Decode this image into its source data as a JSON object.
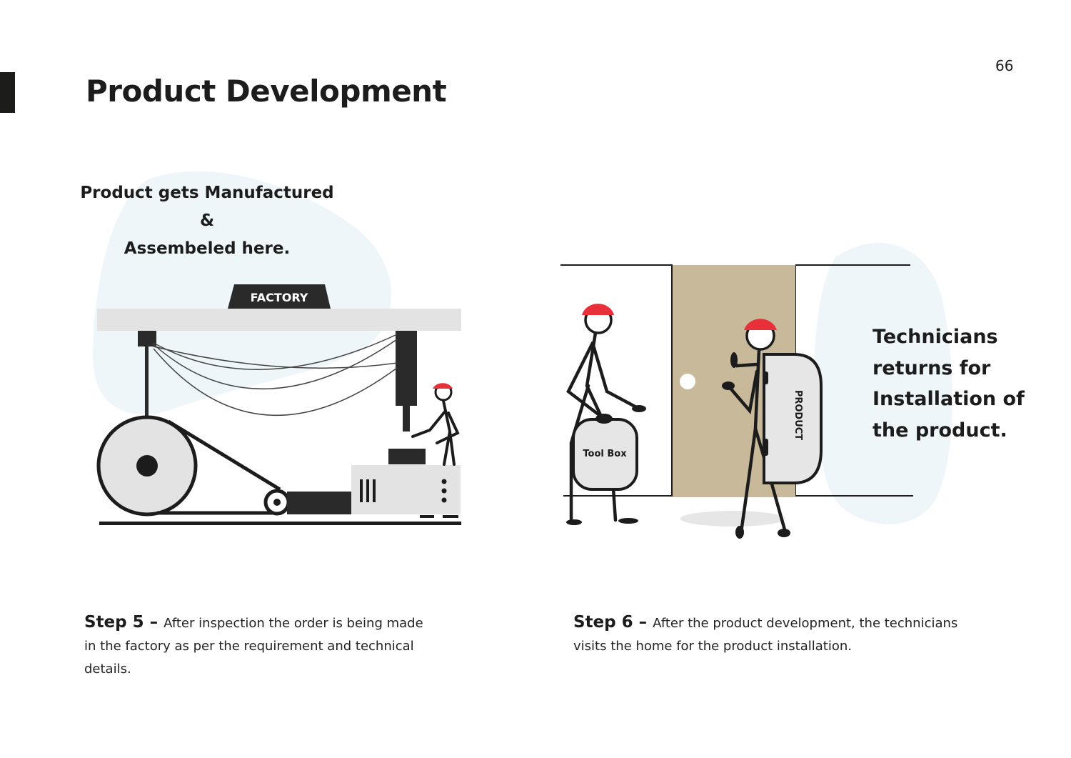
{
  "page": {
    "number": "66",
    "title": "Product Development"
  },
  "factory_scene": {
    "caption_line1": "Product gets Manufactured",
    "caption_line2": "&",
    "caption_line3": "Assembeled here.",
    "sign_label": "FACTORY"
  },
  "install_scene": {
    "toolbox_label": "Tool Box",
    "product_label": "PRODUCT",
    "caption": "Technicians returns for Installation of the product."
  },
  "steps": [
    {
      "label": "Step 5 –",
      "text": "After inspection the order is being made in the factory as per the requirement and technical details."
    },
    {
      "label": "Step 6 –",
      "text": "After the product development, the technicians visits the home for the product installation."
    }
  ],
  "colors": {
    "helmet": "#e8303a",
    "door": "#c8b99a",
    "blob": "#eef6fa",
    "ink": "#1c1c1c",
    "machine_grey": "#e3e3e3"
  },
  "icons": [
    "factory-sign",
    "wheel",
    "stick-figure",
    "helmet",
    "door",
    "toolbox",
    "product-box"
  ]
}
